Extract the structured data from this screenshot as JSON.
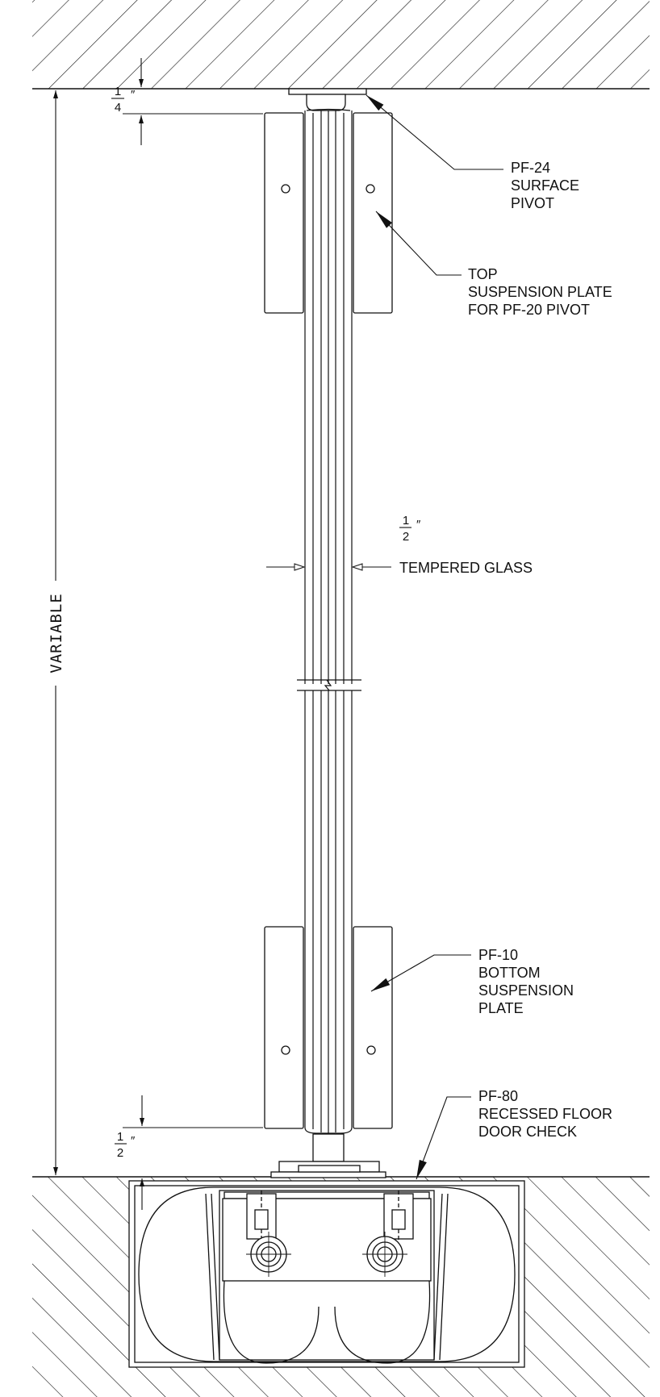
{
  "callouts": {
    "surface_pivot": [
      "PF-24",
      "SURFACE",
      "PIVOT"
    ],
    "top_plate": [
      "TOP",
      "SUSPENSION PLATE",
      "FOR PF-20 PIVOT"
    ],
    "glass": [
      "TEMPERED GLASS"
    ],
    "bottom_plate": [
      "PF-10",
      "BOTTOM",
      "SUSPENSION",
      "PLATE"
    ],
    "floor_check": [
      "PF-80",
      "RECESSED FLOOR",
      "DOOR CHECK"
    ]
  },
  "dimensions": {
    "top_gap": {
      "num": "1",
      "den": "4",
      "unit": "″"
    },
    "glass_thickness": {
      "num": "1",
      "den": "2",
      "unit": "″"
    },
    "bottom_gap": {
      "num": "1",
      "den": "2",
      "unit": "″"
    },
    "height": "VARIABLE"
  },
  "colors": {
    "line": "#111111",
    "background": "#ffffff"
  }
}
